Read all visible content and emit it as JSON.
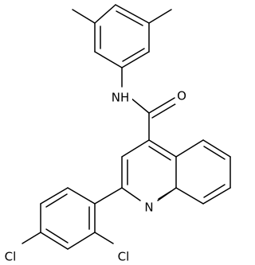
{
  "structure": {
    "atom_labels": {
      "amide_nh": "NH",
      "carbonyl_o": "O",
      "quinoline_n": "N",
      "chlorine_left": "Cl",
      "chlorine_right": "Cl"
    }
  }
}
